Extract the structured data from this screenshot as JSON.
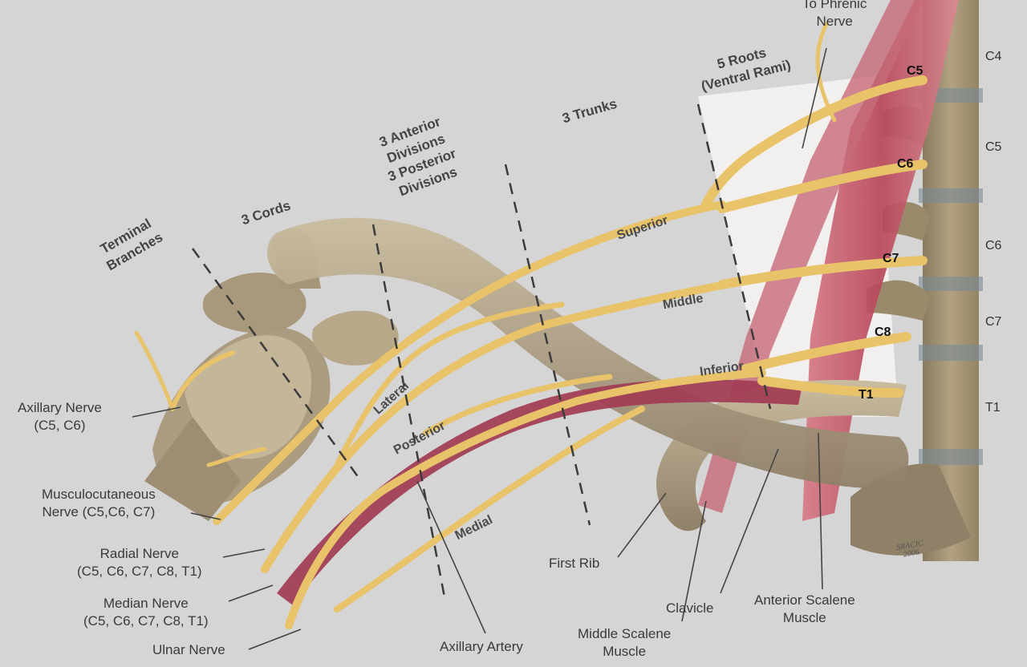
{
  "section_labels": {
    "terminal_branches": [
      "Terminal",
      "Branches"
    ],
    "cords": "3 Cords",
    "divisions": [
      "3 Anterior",
      "Divisions",
      "3 Posterior",
      "Divisions"
    ],
    "trunks": "3 Trunks",
    "roots": [
      "5 Roots",
      "(Ventral Rami)"
    ]
  },
  "phrenic": [
    "To Phrenic",
    "Nerve"
  ],
  "trunk_labels": {
    "superior": "Superior",
    "middle": "Middle",
    "inferior": "Inferior"
  },
  "cord_labels": {
    "lateral": "Lateral",
    "posterior": "Posterior",
    "medial": "Medial"
  },
  "root_labels": [
    "C5",
    "C6",
    "C7",
    "C8",
    "T1"
  ],
  "vertebra_labels": [
    "C4",
    "C5",
    "C6",
    "C7",
    "T1"
  ],
  "left_labels": {
    "axillary": [
      "Axillary Nerve",
      "(C5, C6)"
    ],
    "musculocutaneous": [
      "Musculocutaneous",
      "Nerve (C5,C6, C7)"
    ],
    "radial": [
      "Radial Nerve",
      "(C5, C6, C7, C8, T1)"
    ],
    "median": [
      "Median Nerve",
      "(C5, C6, C7, C8, T1)"
    ],
    "ulnar": [
      "Ulnar Nerve"
    ]
  },
  "bottom_labels": {
    "axillary_artery": [
      "Axillary Artery"
    ],
    "first_rib": [
      "First Rib"
    ],
    "middle_scalene": [
      "Middle Scalene",
      "Muscle"
    ],
    "clavicle": [
      "Clavicle"
    ],
    "anterior_scalene": [
      "Anterior Scalene",
      "Muscle"
    ]
  },
  "signature": [
    "SRACIC",
    "2006"
  ],
  "colors": {
    "background": "#d5d5d5",
    "nerve": "#e8c36a",
    "bone": "#b7a88c",
    "artery": "#a13b52",
    "muscle": "#c2606f"
  }
}
